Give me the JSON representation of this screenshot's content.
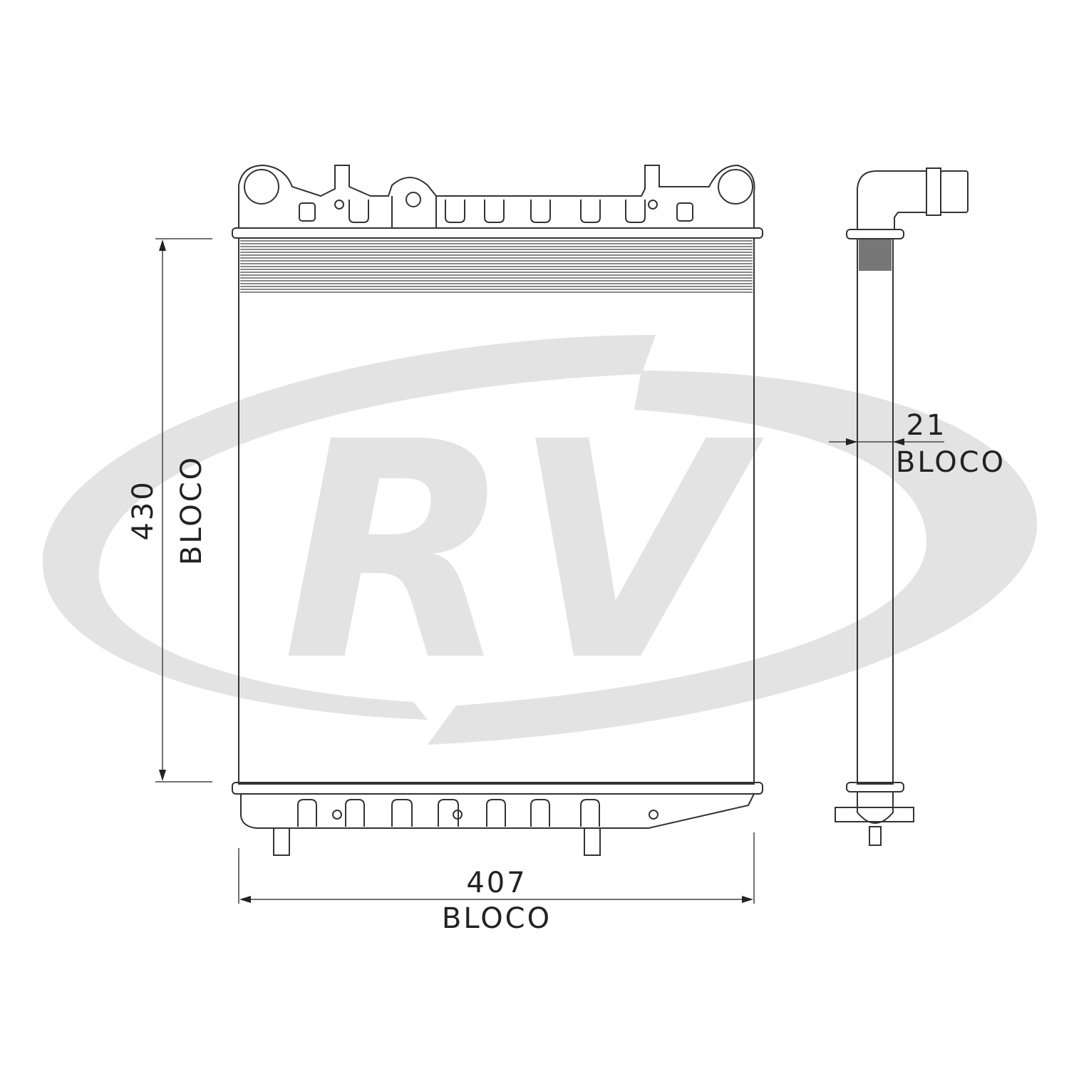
{
  "watermark": {
    "logo_text": "RV",
    "color": "#e2e2e2"
  },
  "drawing": {
    "height_dimension": {
      "value": "430",
      "label": "BLOCO"
    },
    "width_dimension": {
      "value": "407",
      "label": "BLOCO"
    },
    "depth_dimension": {
      "value": "21",
      "label": "BLOCO"
    }
  },
  "colors": {
    "line": "#333333",
    "fins": "#888888"
  }
}
